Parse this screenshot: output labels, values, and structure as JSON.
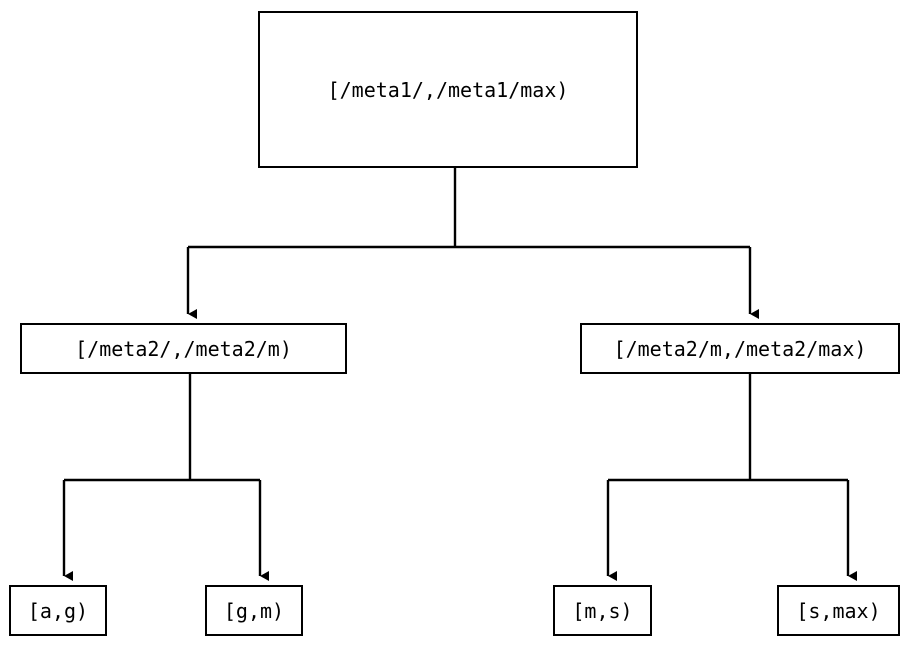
{
  "diagram": {
    "type": "tree",
    "orientation": "top-down",
    "background_color": "#ffffff",
    "line_color": "#000000",
    "edge_style": "orthogonal-elbow",
    "arrowhead": "solid-triangle-down",
    "nodes": {
      "root": {
        "id": "root",
        "label": "[/meta1/,/meta1/max)",
        "level": 0
      },
      "mid_left": {
        "id": "mid-left",
        "label": "[/meta2/,/meta2/m)",
        "level": 1
      },
      "mid_right": {
        "id": "mid-right",
        "label": "[/meta2/m,/meta2/max)",
        "level": 1
      },
      "leaf_1": {
        "id": "leaf-1",
        "label": "[a,g)",
        "level": 2
      },
      "leaf_2": {
        "id": "leaf-2",
        "label": "[g,m)",
        "level": 2
      },
      "leaf_3": {
        "id": "leaf-3",
        "label": "[m,s)",
        "level": 2
      },
      "leaf_4": {
        "id": "leaf-4",
        "label": "[s,max)",
        "level": 2
      }
    },
    "edges": [
      {
        "from": "root",
        "to": "mid_left"
      },
      {
        "from": "root",
        "to": "mid_right"
      },
      {
        "from": "mid_left",
        "to": "leaf_1"
      },
      {
        "from": "mid_left",
        "to": "leaf_2"
      },
      {
        "from": "mid_right",
        "to": "leaf_3"
      },
      {
        "from": "mid_right",
        "to": "leaf_4"
      }
    ]
  }
}
